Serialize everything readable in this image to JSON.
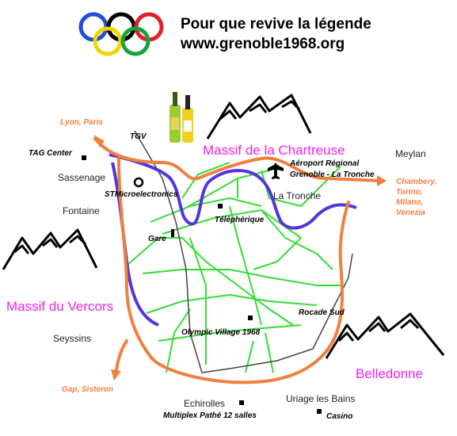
{
  "header": {
    "line1": "Pour que revive la légende",
    "line2": "www.grenoble1968.org",
    "olympic_ring_colors": [
      "#1f4ed8",
      "#000000",
      "#e0202a",
      "#f2d400",
      "#16a23a"
    ]
  },
  "massifs": {
    "chartreuse": "Massif de la Chartreuse",
    "vercors": "Massif du Vercors",
    "belledonne": "Belledonne"
  },
  "places": {
    "meylan": "Meylan",
    "sassenage": "Sassenage",
    "fontaine": "Fontaine",
    "la_tronche": "La Tronche",
    "seyssins": "Seyssins",
    "echirolles": "Echirolles",
    "uriage": "Uriage les Bains"
  },
  "points_of_interest": {
    "tag_center": "TAG Center",
    "tgv": "TGV",
    "st": "STMicroelectronics",
    "teleferique": "Téléphérique",
    "gare": "Gare",
    "aeroport_line1": "Aéroport Régional",
    "aeroport_line2": "Grenoble - La Tronche",
    "rocade": "Rocade Sud",
    "olympic_village": "Olympic Village 1968",
    "multiplex": "Multiplex Pathé 12 salles",
    "casino": "Casino"
  },
  "routes": {
    "lyon": "Lyon, Paris",
    "chambery_lines": [
      "Chambery,",
      "Torino,",
      "Milano,",
      "Venezia"
    ],
    "gap": "Gap, Sisteron"
  },
  "colors": {
    "river": "#5533dd",
    "highway": "#f08040",
    "streets": "#33dd33",
    "rail": "#444444",
    "massif_label": "#ee22ee",
    "route_label": "#f08040"
  },
  "icons": [
    "olympic-rings-icon",
    "liqueur-bottles-icon",
    "mountain-icon",
    "airplane-icon",
    "poi-square-icon",
    "station-circle-icon"
  ]
}
